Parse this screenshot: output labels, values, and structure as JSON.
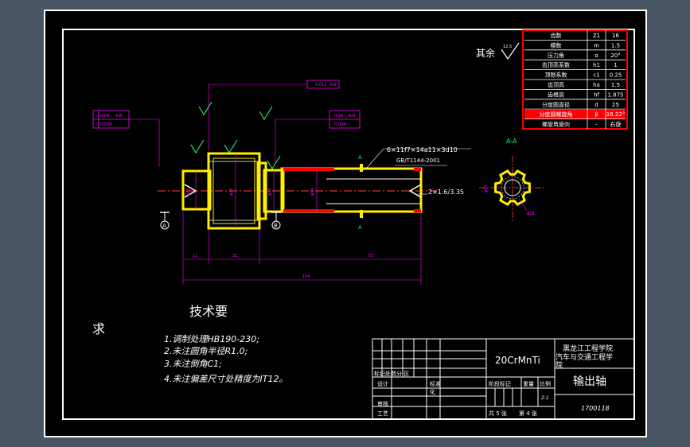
{
  "frame_bg": "#4a5663",
  "paper_bg": "#000000",
  "colors": {
    "line": "#ffffff",
    "part": "#ffee00",
    "dim": "#ff00ff",
    "cut": "#ff0000",
    "center": "#ff3333",
    "table_border": "#ff0000"
  },
  "surface_finish": {
    "prefix": "其余",
    "value": "12.5"
  },
  "gear_params": [
    {
      "name": "齿数",
      "symbol": "Z1",
      "value": "16"
    },
    {
      "name": "模数",
      "symbol": "m",
      "value": "1.5"
    },
    {
      "name": "压力角",
      "symbol": "α",
      "value": "20°"
    },
    {
      "name": "齿顶高系数",
      "symbol": "h1",
      "value": "1"
    },
    {
      "name": "顶隙系数",
      "symbol": "c1",
      "value": "0.25"
    },
    {
      "name": "齿顶高",
      "symbol": "ha",
      "value": "1.5"
    },
    {
      "name": "齿根高",
      "symbol": "hf",
      "value": "1.875"
    },
    {
      "name": "分度圆直径",
      "symbol": "d",
      "value": "25"
    },
    {
      "name": "分度圆螺旋角",
      "symbol": "β",
      "value": "16.22°"
    },
    {
      "name": "螺旋角旋向",
      "symbol": "-",
      "value": "右旋"
    }
  ],
  "tolerance_frames": {
    "left": [
      "0.04",
      "0.004"
    ],
    "left_ref": "A-B",
    "top": "0.012",
    "top_ref": "A-B",
    "right": [
      "0.04",
      "0.004"
    ],
    "right_ref": "A-B"
  },
  "datum_labels": {
    "a": "A",
    "b": "B",
    "section_cut": "A"
  },
  "spline_note": {
    "line1": "6×11f7×14a11×3d10",
    "line2": "GB/T1144-2001"
  },
  "center_hole": "2×1.6/3.35",
  "section_label": "A-A",
  "section_dia": "φ18",
  "dims": {
    "d1": "φ15",
    "d2": "φ20",
    "d3": "φ25",
    "d4": "φ14",
    "d5": "φ14",
    "l1": "11",
    "l2": "31",
    "l3": "79",
    "l4": "104"
  },
  "tech_req": {
    "title": "技术要",
    "title_tail": "求",
    "items": [
      "1.调制处理HB190-230;",
      "2.未注圆角半径R1.0;",
      "3.未注倒角C1;",
      "4.未注偏差尺寸处精度为IT12。"
    ]
  },
  "title_block": {
    "material": "20CrMnTi",
    "school_line1": "黑龙江工程学院",
    "school_line2": "汽车与交通工程学",
    "school_line3": "院",
    "part_name": "输出轴",
    "drawing_no": "1700118",
    "mark_label": "标记处数分  区",
    "design_label": "设计",
    "standard_label": "标准",
    "standard_value": "化",
    "stage_label": "阶段标记",
    "weight_label": "重量",
    "scale_label": "比例",
    "scale_value": "2:1",
    "review_label": "审核",
    "process_label": "工艺",
    "sheets_total": "共 5 张",
    "sheet_no": "第 4 张"
  }
}
